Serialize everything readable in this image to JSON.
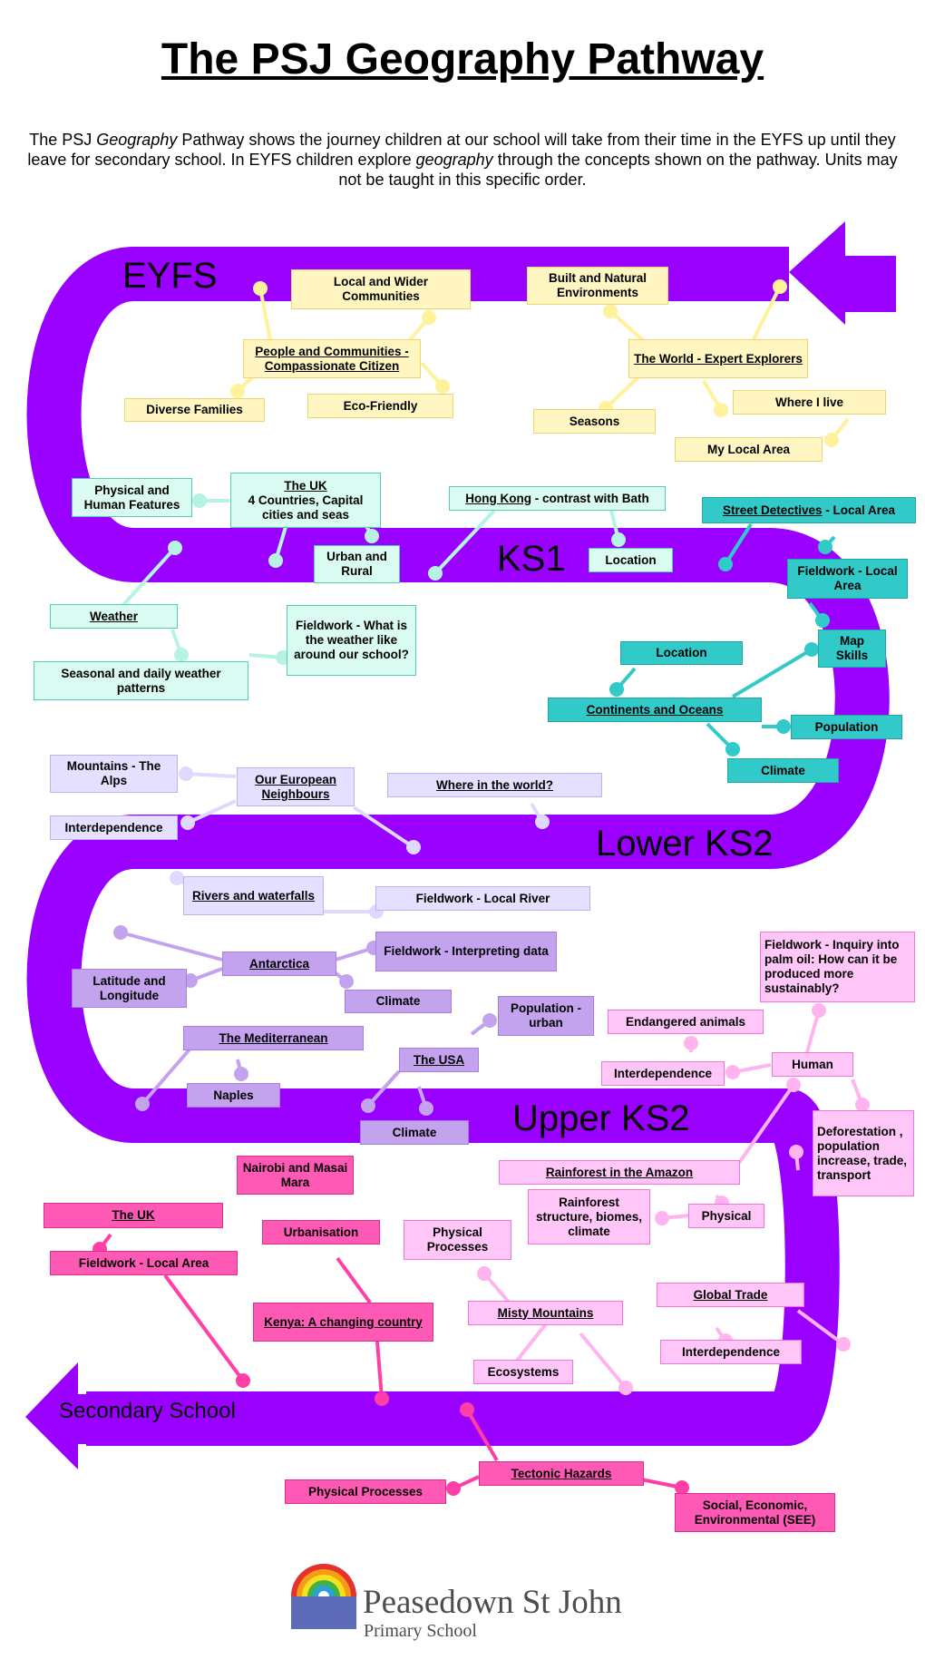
{
  "title": "The PSJ Geography Pathway",
  "intro": {
    "p1": "The PSJ ",
    "p1_em": "Geography",
    "p2": " Pathway shows the journey children at our school will take from their time in the EYFS up until they leave for secondary school. In EYFS children explore ",
    "p2_em": "geography",
    "p3": " through the concepts shown on the pathway. Units may not be taught in this specific order."
  },
  "colors": {
    "path": "#9a00ff",
    "eyfs_box": "#fff6c2",
    "ks1_light": "#d9fbf2",
    "ks1_dark": "#32c9c9",
    "lower_ks2_light": "#e5e0ff",
    "lower_ks2_dark": "#c3a2ee",
    "upper_ks2": "#ffc6f7",
    "secondary": "#ff59b6"
  },
  "stages": {
    "eyfs": "EYFS",
    "ks1": "KS1",
    "lower_ks2": "Lower KS2",
    "upper_ks2": "Upper KS2",
    "secondary": "Secondary School"
  },
  "eyfs": {
    "local_wider": "Local and Wider Communities",
    "built_natural": "Built and Natural Environments",
    "people_communities": "People and Communities - Compassionate Citizen",
    "world_experts": "The World - Expert Explorers",
    "diverse_families": "Diverse Families",
    "eco_friendly": "Eco-Friendly",
    "where_i_live": "Where I live",
    "seasons": "Seasons",
    "my_local_area": "My Local Area"
  },
  "ks1": {
    "physical_human": "Physical and Human Features",
    "uk_title": "The UK",
    "uk_sub": "4 Countries, Capital cities and seas",
    "hong_kong": "Hong Kong",
    "hong_kong_rest": " - contrast with Bath",
    "street_detectives": "Street Detectives",
    "street_detectives_rest": " - Local Area",
    "urban_rural": "Urban and Rural",
    "location_light": "Location",
    "fieldwork_local_area": "Fieldwork - Local Area",
    "weather": "Weather",
    "fieldwork_weather": "Fieldwork - What is the weather like around our school?",
    "seasonal_weather": "Seasonal and daily weather patterns",
    "location_dark": "Location",
    "map_skills": "Map Skills",
    "continents_oceans": "Continents and Oceans",
    "population": "Population",
    "climate": "Climate"
  },
  "lower_ks2": {
    "mountains_alps": "Mountains - The Alps",
    "european_neighbours": "Our European Neighbours",
    "where_in_world": "Where in the world?",
    "interdependence": "Interdependence",
    "rivers_waterfalls": "Rivers and waterfalls",
    "fieldwork_river": "Fieldwork - Local River",
    "fieldwork_interpreting": "Fieldwork - Interpreting data",
    "antarctica": "Antarctica",
    "latitude_longitude": "Latitude and Longitude",
    "climate_antarctica": "Climate",
    "population_urban": "Population - urban",
    "mediterranean": "The Mediterranean",
    "the_usa": "The USA",
    "naples": "Naples",
    "climate_usa": "Climate"
  },
  "upper_ks2": {
    "fieldwork_palm_oil": "Fieldwork - Inquiry into palm oil: How can it be produced more sustainably?",
    "endangered_animals": "Endangered animals",
    "interdependence": "Interdependence",
    "human": "Human",
    "deforestation": "Deforestation , population increase, trade, transport",
    "rainforest_amazon": "Rainforest in the Amazon",
    "rainforest_structure": "Rainforest structure, biomes, climate",
    "physical": "Physical",
    "physical_processes": "Physical Processes",
    "misty_mountains": "Misty Mountains",
    "ecosystems": "Ecosystems",
    "global_trade": "Global Trade",
    "interdependence_trade": "Interdependence"
  },
  "secondary": {
    "nairobi": "Nairobi and Masai Mara",
    "the_uk": "The UK",
    "fieldwork_local": "Fieldwork - Local Area",
    "urbanisation": "Urbanisation",
    "kenya_a": "Kenya: A changing",
    "kenya_b": " country",
    "tectonic_hazards": "Tectonic Hazards",
    "physical_processes": "Physical Processes",
    "social_economic": "Social, Economic, Environmental (SEE)"
  },
  "logo": {
    "name": "Peasedown St John",
    "subtitle": "Primary School"
  }
}
